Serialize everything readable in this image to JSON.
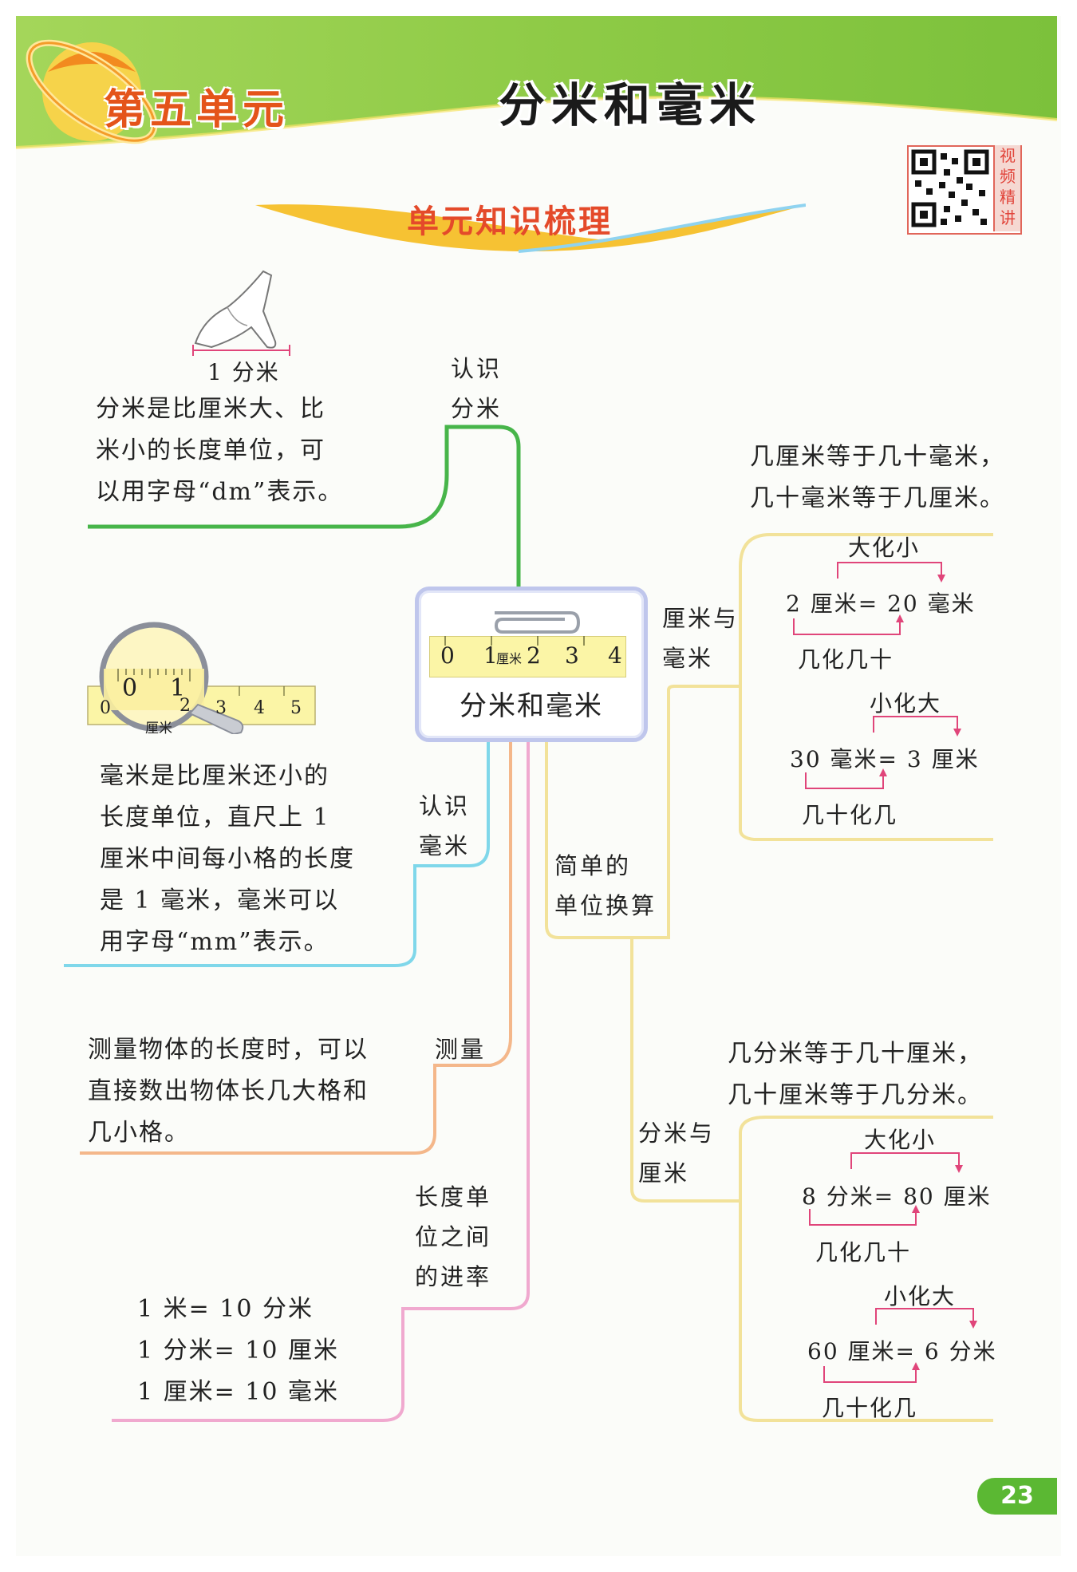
{
  "header": {
    "unit_label": "第五单元",
    "chapter_title": "分米和毫米",
    "section_title": "单元知识梳理",
    "qr_caption": [
      "视",
      "频",
      "精",
      "讲"
    ]
  },
  "center": {
    "title": "分米和毫米",
    "ruler_numbers": [
      "0",
      "1",
      "2",
      "3",
      "4"
    ],
    "ruler_unit": "厘米"
  },
  "decimeter": {
    "branch_label": [
      "认识",
      "分米"
    ],
    "hand_caption": "1 分米",
    "text": [
      "分米是比厘米大、比",
      "米小的长度单位，可",
      "以用字母“dm”表示。"
    ]
  },
  "millimeter": {
    "branch_label": [
      "认识",
      "毫米"
    ],
    "magnifier_numbers": [
      "0",
      "1"
    ],
    "ruler_numbers": [
      "0",
      "2",
      "3",
      "4",
      "5"
    ],
    "ruler_unit": "厘米",
    "text": [
      "毫米是比厘米还小的",
      "长度单位，直尺上 1",
      "厘米中间每小格的长度",
      "是 1 毫米，毫米可以",
      "用字母“mm”表示。"
    ]
  },
  "measure": {
    "branch_label": "测量",
    "text": [
      "测量物体的长度时，可以",
      "直接数出物体长几大格和",
      "几小格。"
    ]
  },
  "rates": {
    "branch_label": [
      "长度单",
      "位之间",
      "的进率"
    ],
    "lines": [
      "1 米= 10 分米",
      "1 分米= 10 厘米",
      "1 厘米= 10 毫米"
    ]
  },
  "conversion": {
    "branch_label": [
      "简单的",
      "单位换算"
    ],
    "cm_mm": {
      "label": [
        "厘米与",
        "毫米"
      ],
      "rule": [
        "几厘米等于几十毫米，",
        "几十毫米等于几厘米。"
      ],
      "big_to_small": "大化小",
      "eq1": "2 厘米= 20 毫米",
      "note1": "几化几十",
      "small_to_big": "小化大",
      "eq2": "30 毫米= 3 厘米",
      "note2": "几十化几"
    },
    "dm_cm": {
      "label": [
        "分米与",
        "厘米"
      ],
      "rule": [
        "几分米等于几十厘米，",
        "几十厘米等于几分米。"
      ],
      "big_to_small": "大化小",
      "eq1": "8 分米= 80 厘米",
      "note1": "几化几十",
      "small_to_big": "小化大",
      "eq2": "60 厘米= 6 分米",
      "note2": "几十化几"
    }
  },
  "footer": {
    "page_number": "23"
  },
  "colors": {
    "banner_green": "#8fcb47",
    "unit_orange": "#e4541a",
    "title_red": "#e44a2a",
    "branch_green": "#47b54a",
    "branch_cyan": "#7fd7ea",
    "branch_orange": "#f4b78a",
    "branch_pink": "#f0a9cf",
    "branch_yellow": "#f2e29a",
    "arrow_pink": "#e0457a"
  }
}
